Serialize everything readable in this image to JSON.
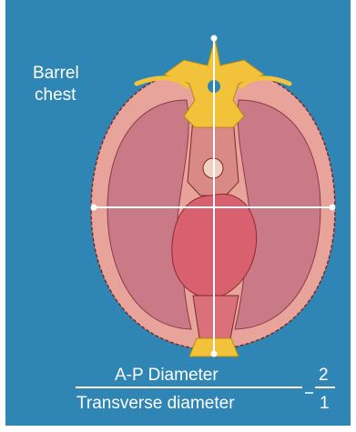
{
  "label": {
    "line1": "Barrel",
    "line2": "chest"
  },
  "ratio": {
    "numerator_label": "A-P Diameter",
    "denominator_label": "Transverse diameter",
    "numerator_value": "2",
    "denominator_value": "1"
  },
  "colors": {
    "background": "#2f86b4",
    "lung": "#c97a86",
    "chest_wall": "#e8a39a",
    "bone": "#f2c23a",
    "heart": "#d9606e",
    "line": "#ffffff"
  }
}
